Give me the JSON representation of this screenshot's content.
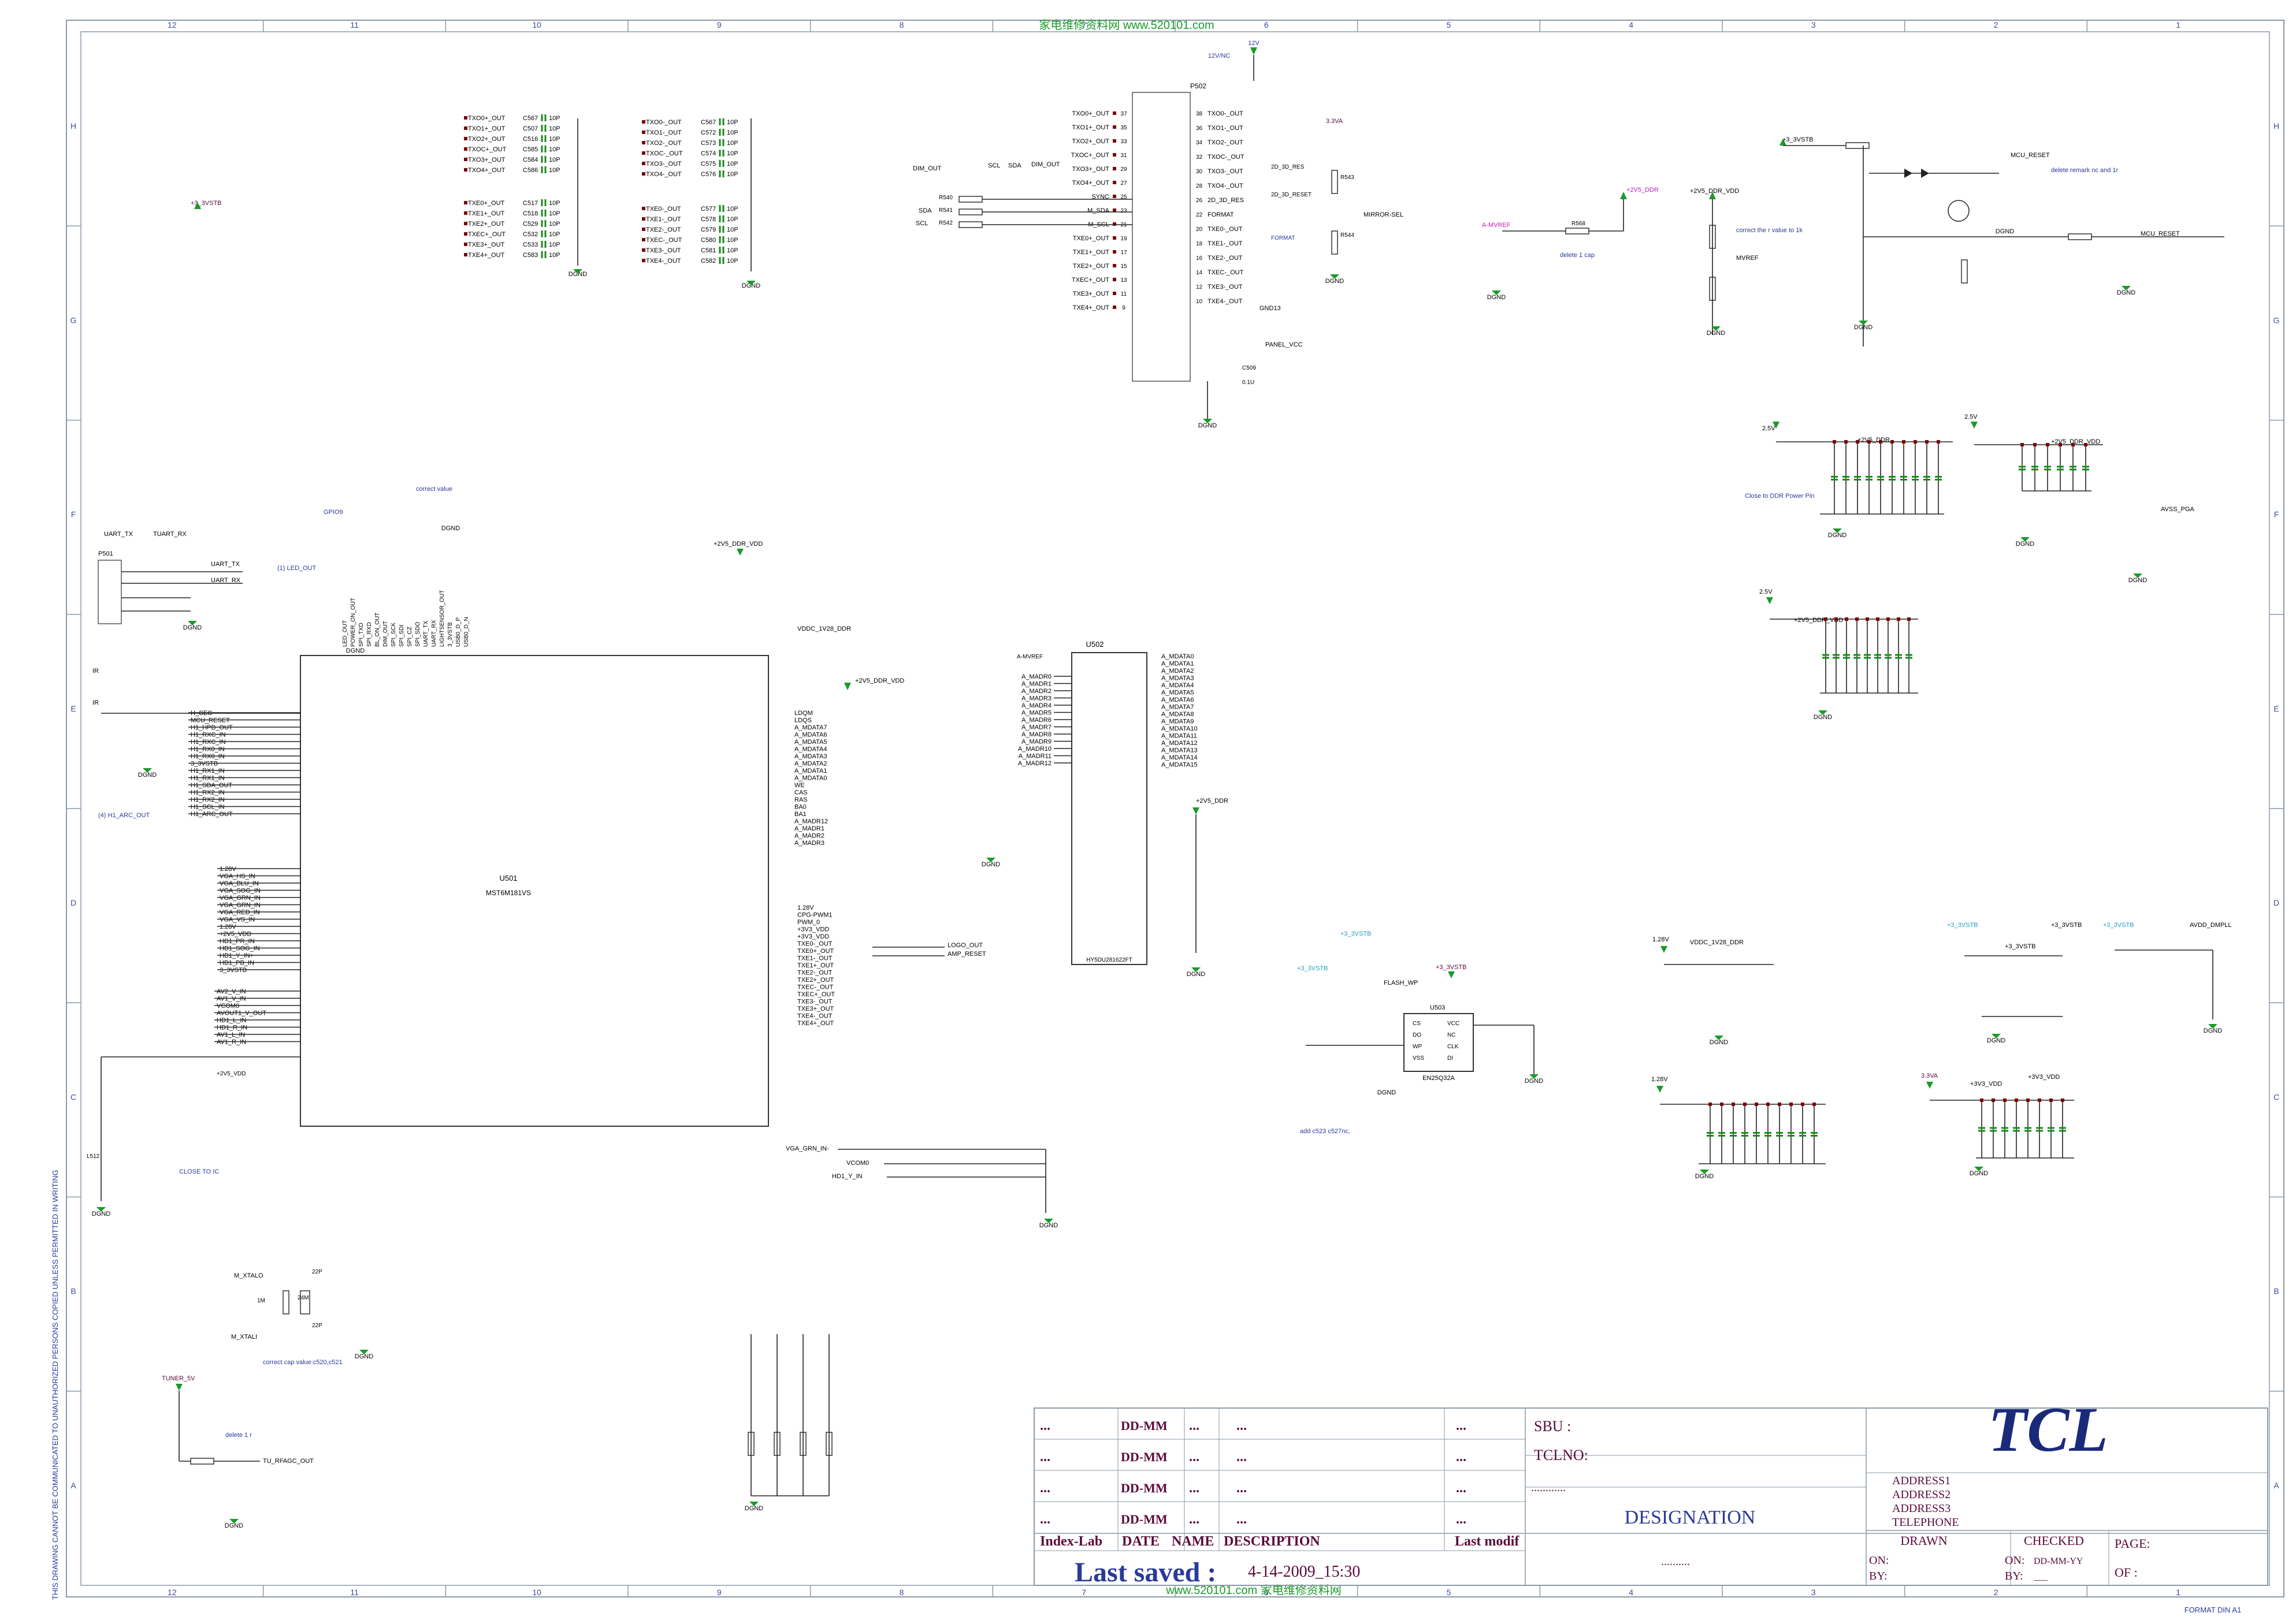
{
  "watermark_top": "家电维修资料网 www.520101.com",
  "watermark_bottom": "www.520101.com 家电维修资料网",
  "side_note": "THIS DRAWING CANNOT BE COMMUNICATED TO UNAUTHORIZED PERSONS COPIED UNLESS PERMITTED IN WRITING",
  "format": "FORMAT DIN A1",
  "col_numbers": [
    "12",
    "11",
    "10",
    "9",
    "8",
    "7",
    "6",
    "5",
    "4",
    "3",
    "2",
    "1"
  ],
  "row_letters": [
    "H",
    "G",
    "F",
    "E",
    "D",
    "C",
    "B",
    "A"
  ],
  "chips": {
    "u501": {
      "ref": "U501",
      "part": "MST6M181VS"
    },
    "u502": {
      "ref": "U502",
      "part": "HY5DU281622FT"
    },
    "u503": {
      "ref": "U503",
      "part": "EN25Q32A"
    },
    "p502": {
      "ref": "P502"
    },
    "p501": {
      "ref": "P501"
    }
  },
  "nets": {
    "v12": "12V/NC",
    "v12b": "12V",
    "vddc_ddr": "VDDC_1V28_DDR",
    "v2v5_ddr_vdd": "+2V5_DDR_VDD",
    "v2v5_ddr": "+2V5_DDR",
    "v3v3stb": "+3_3VSTB",
    "mcu_reset": "MCU_RESET",
    "panel_vcc": "PANEL_VCC",
    "dgnd": "DGND",
    "gnd13": "GND13",
    "avdd_dmpll": "AVDD_DMPLL",
    "avss_pga": "AVSS_PGA",
    "vdd_1v28": "1.28V",
    "v2v5": "2.5V",
    "v3v3a": "3.3VA",
    "vcc": "+3V3_VDD",
    "tuner5v": "TUNER_5V",
    "tu_rfagc": "TU_RFAGC_OUT",
    "vga_grn": "VGA_GRN_IN-",
    "vcom0": "VCOM0",
    "hd1_y": "HD1_Y_IN",
    "logo_out": "LOGO_OUT",
    "amp_reset": "AMP_RESET",
    "flash_wp": "FLASH_WP",
    "led_out": "(1) LED_OUT",
    "ir": "IR",
    "h1_arc": "(4) H1_ARC_OUT",
    "mvref": "MVREF",
    "m_xtalo": "M_XTALO",
    "m_xtali": "M_XTALI",
    "uart_tx": "UART_TX",
    "uart_rx": "UART_RX",
    "tuart_rx": "TUART_RX",
    "dim_out": "DIM_OUT",
    "scl": "SCL",
    "sda": "SDA",
    "m_sda": "M_SDA",
    "m_scl": "M_SCL",
    "sync": "SYNC",
    "format": "FORMAT",
    "mirror": "MIRROR-SEL",
    "d3res": "2D_3D_RES",
    "d3reset": "2D_3D_RESET"
  },
  "notes": {
    "correct_value": "correct value",
    "delete_cap": "delete 1 cap",
    "correct_r": "correct the r value to 1k",
    "delete_remark": "delete remark nc and 1r",
    "close_ddr": "Close to DDR Power Pin",
    "close_ic": "CLOSE TO IC",
    "correct_cap": "correct cap value:c520,c521",
    "delete_r": "delete 1 r",
    "add_c523": "add c523 c527nc,"
  },
  "caps_left": [
    {
      "net": "TXO0+_OUT",
      "ref": "C567",
      "val": "10P"
    },
    {
      "net": "TXO1+_OUT",
      "ref": "C507",
      "val": "10P"
    },
    {
      "net": "TXO2+_OUT",
      "ref": "C516",
      "val": "10P"
    },
    {
      "net": "TXOC+_OUT",
      "ref": "C585",
      "val": "10P"
    },
    {
      "net": "TXO3+_OUT",
      "ref": "C584",
      "val": "10P"
    },
    {
      "net": "TXO4+_OUT",
      "ref": "C586",
      "val": "10P"
    }
  ],
  "caps_left2": [
    {
      "net": "TXE0+_OUT",
      "ref": "C517",
      "val": "10P"
    },
    {
      "net": "TXE1+_OUT",
      "ref": "C518",
      "val": "10P"
    },
    {
      "net": "TXE2+_OUT",
      "ref": "C529",
      "val": "10P"
    },
    {
      "net": "TXEC+_OUT",
      "ref": "C532",
      "val": "10P"
    },
    {
      "net": "TXE3+_OUT",
      "ref": "C533",
      "val": "10P"
    },
    {
      "net": "TXE4+_OUT",
      "ref": "C583",
      "val": "10P"
    }
  ],
  "caps_right": [
    {
      "net": "TXO0-_OUT",
      "ref": "C567",
      "val": "10P"
    },
    {
      "net": "TXO1-_OUT",
      "ref": "C572",
      "val": "10P"
    },
    {
      "net": "TXO2-_OUT",
      "ref": "C573",
      "val": "10P"
    },
    {
      "net": "TXOC-_OUT",
      "ref": "C574",
      "val": "10P"
    },
    {
      "net": "TXO3-_OUT",
      "ref": "C575",
      "val": "10P"
    },
    {
      "net": "TXO4-_OUT",
      "ref": "C576",
      "val": "10P"
    }
  ],
  "caps_right2": [
    {
      "net": "TXE0-_OUT",
      "ref": "C577",
      "val": "10P"
    },
    {
      "net": "TXE1-_OUT",
      "ref": "C578",
      "val": "10P"
    },
    {
      "net": "TXE2-_OUT",
      "ref": "C579",
      "val": "10P"
    },
    {
      "net": "TXEC-_OUT",
      "ref": "C580",
      "val": "10P"
    },
    {
      "net": "TXE3-_OUT",
      "ref": "C581",
      "val": "10P"
    },
    {
      "net": "TXE4-_OUT",
      "ref": "C582",
      "val": "10P"
    }
  ],
  "p502_left": [
    {
      "net": "TXO0+_OUT",
      "n": "37"
    },
    {
      "net": "TXO1+_OUT",
      "n": "35"
    },
    {
      "net": "TXO2+_OUT",
      "n": "33"
    },
    {
      "net": "TXOC+_OUT",
      "n": "31"
    },
    {
      "net": "TXO3+_OUT",
      "n": "29"
    },
    {
      "net": "TXO4+_OUT",
      "n": "27"
    },
    {
      "net": "SYNC",
      "n": "25"
    },
    {
      "net": "M_SDA",
      "n": "23"
    },
    {
      "net": "M_SCL",
      "n": "21"
    },
    {
      "net": "TXE0+_OUT",
      "n": "19"
    },
    {
      "net": "TXE1+_OUT",
      "n": "17"
    },
    {
      "net": "TXE2+_OUT",
      "n": "15"
    },
    {
      "net": "TXEC+_OUT",
      "n": "13"
    },
    {
      "net": "TXE3+_OUT",
      "n": "11"
    },
    {
      "net": "TXE4+_OUT",
      "n": "9"
    }
  ],
  "p502_right": [
    {
      "net": "TXO0-_OUT",
      "n": "38"
    },
    {
      "net": "TXO1-_OUT",
      "n": "36"
    },
    {
      "net": "TXO2-_OUT",
      "n": "34"
    },
    {
      "net": "TXOC-_OUT",
      "n": "32"
    },
    {
      "net": "TXO3-_OUT",
      "n": "30"
    },
    {
      "net": "TXO4-_OUT",
      "n": "28"
    },
    {
      "net": "2D_3D_RES",
      "n": "26"
    },
    {
      "net": "FORMAT",
      "n": "22"
    },
    {
      "net": "TXE0-_OUT",
      "n": "20"
    },
    {
      "net": "TXE1-_OUT",
      "n": "18"
    },
    {
      "net": "TXE2-_OUT",
      "n": "16"
    },
    {
      "net": "TXEC-_OUT",
      "n": "14"
    },
    {
      "net": "TXE3-_OUT",
      "n": "12"
    },
    {
      "net": "TXE4-_OUT",
      "n": "10"
    }
  ],
  "u502_left": [
    "A_MADR0",
    "A_MADR1",
    "A_MADR2",
    "A_MADR3",
    "A_MADR4",
    "A_MADR5",
    "A_MADR6",
    "A_MADR7",
    "A_MADR8",
    "A_MADR9",
    "A_MADR10",
    "A_MADR11",
    "A_MADR12"
  ],
  "u502_right": [
    "A_MDATA0",
    "A_MDATA1",
    "A_MDATA2",
    "A_MDATA3",
    "A_MDATA4",
    "A_MDATA5",
    "A_MDATA6",
    "A_MDATA7",
    "A_MDATA8",
    "A_MDATA9",
    "A_MDATA10",
    "A_MDATA11",
    "A_MDATA12",
    "A_MDATA13",
    "A_MDATA14",
    "A_MDATA15"
  ],
  "u501_left": [
    "H_CEC",
    "MCU_RESET",
    "H1_HPD_OUT",
    "H1_RXC_IN",
    "H1_RXC_IN",
    "H1_RX0_IN",
    "H1_RX0_IN",
    "3_3VSTB",
    "H1_RX1_IN",
    "H1_RX1_IN",
    "H1_SDA_OUT",
    "H1_RX2_IN",
    "H1_RX2_IN",
    "H1_SCL_IN",
    "H1_ARC_OUT"
  ],
  "u501_left2": [
    "1.28V",
    "VGA_HS_IN",
    "VGA_BLU_IN",
    "VGA_SOG_IN",
    "VGA_GRN_IN",
    "VGA_GRN_IN",
    "VGA_RED_IN",
    "VGA_VS_IN",
    "1.28V",
    "+2V5_VDD",
    "HD1_PR_IN",
    "HD1_SOG_IN",
    "HD1_Y_IN+",
    "HD1_PB_IN",
    "3_3VSTB"
  ],
  "u501_left3": [
    "AV2_V_IN",
    "AV1_V_IN",
    "VCOM0",
    "AVOUT1_V_OUT",
    "HD1_L_IN",
    "HD1_R_IN",
    "AV1_L_IN",
    "AV1_R_IN"
  ],
  "u501_right": [
    "LDQM",
    "LDQS",
    "A_MDATA7",
    "A_MDATA6",
    "A_MDATA5",
    "A_MDATA4",
    "A_MDATA3",
    "A_MDATA2",
    "A_MDATA1",
    "A_MDATA0",
    "WE",
    "CAS",
    "RAS",
    "BA0",
    "BA1",
    "A_MADR12",
    "A_MADR1",
    "A_MADR2",
    "A_MADR3"
  ],
  "u501_right2": [
    "1.28V",
    "CPG-PWM1",
    "PWM_0",
    "+3V3_VDD",
    "+3V3_VDD",
    "TXE0-_OUT",
    "TXE0+_OUT",
    "TXE1-_OUT",
    "TXE1+_OUT",
    "TXE2-_OUT",
    "TXE2+_OUT",
    "TXEC-_OUT",
    "TXEC+_OUT",
    "TXE3-_OUT",
    "TXE3+_OUT",
    "TXE4-_OUT",
    "TXE4+_OUT"
  ],
  "u501_top": [
    "LED_OUT",
    "POWER_ON_OUT",
    "SPI_TXD",
    "SPI_RXD",
    "BL_ON_OUT",
    "DIM_OUT",
    "SPI_SCK",
    "SPI_SDI",
    "SPI_CZ",
    "SPI_SDO",
    "UART_TX",
    "UART_RX",
    "LIGHTSENSOR_OUT",
    "3_3VSTB",
    "USB0_D_P",
    "USB0_D_N"
  ],
  "title_block": {
    "rows": [
      {
        "a": "...",
        "b": "DD-MM",
        "c": "...",
        "d": "...",
        "e": "..."
      },
      {
        "a": "...",
        "b": "DD-MM",
        "c": "...",
        "d": "...",
        "e": "..."
      },
      {
        "a": "...",
        "b": "DD-MM",
        "c": "...",
        "d": "...",
        "e": "..."
      },
      {
        "a": "...",
        "b": "DD-MM",
        "c": "...",
        "d": "...",
        "e": "..."
      }
    ],
    "headers": [
      "Index-Lab",
      "DATE",
      "NAME",
      "DESCRIPTION",
      "Last modif"
    ],
    "sbu": "SBU :",
    "tclno": "TCLNO:",
    "tclno_dots": "............",
    "designation": "DESIGNATION",
    "designation_dots": "..........",
    "brand": "TCL",
    "addresses": [
      "ADDRESS1",
      "ADDRESS2",
      "ADDRESS3",
      "TELEPHONE"
    ],
    "drawn": "DRAWN",
    "checked": "CHECKED",
    "page": "PAGE:",
    "of": "OF  :",
    "on": "ON:",
    "by": "BY:",
    "on2": "ON:",
    "on2_val": "DD-MM-YY",
    "by2": "BY:",
    "by2_val": "___",
    "last_saved": "Last saved :",
    "saved_date": "4-14-2009_15:30"
  }
}
